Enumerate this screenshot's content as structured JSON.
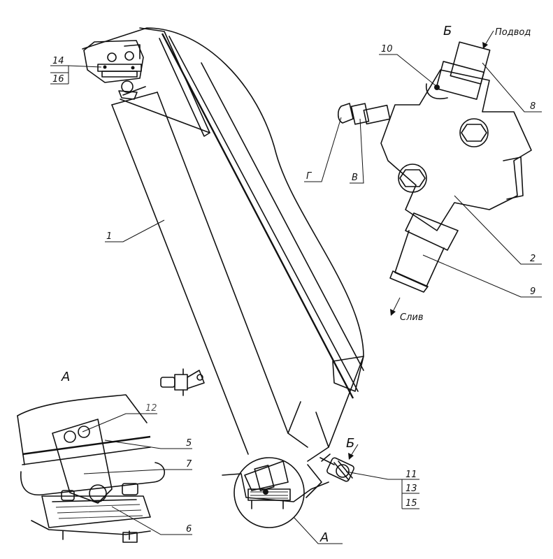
{
  "callouts": {
    "c1": "1",
    "c2": "2",
    "c5": "5",
    "c6": "6",
    "c7": "7",
    "c8": "8",
    "c9": "9",
    "c10": "10",
    "c11": "11",
    "c12": "12",
    "c13": "13",
    "c14": "14",
    "c15": "15",
    "c16": "16",
    "cG": "Г",
    "cV": "В"
  },
  "views": {
    "A_top": "А",
    "A_bottom": "А",
    "B_top": "Б",
    "B_mid": "Б"
  },
  "flow": {
    "supply": "Подвод",
    "drain": "Слив"
  }
}
